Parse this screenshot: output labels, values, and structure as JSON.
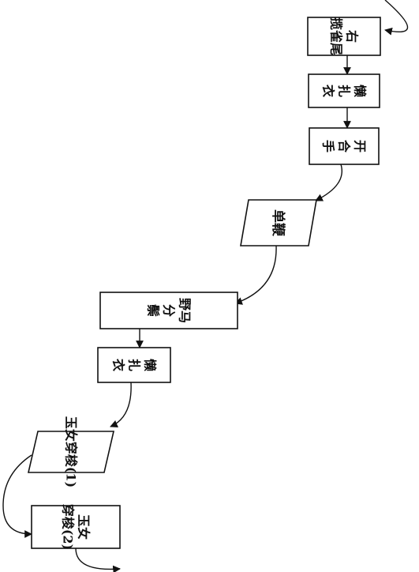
{
  "diagram": {
    "title": "",
    "steps": [
      {
        "id": "s1",
        "label": "右揽雀尾",
        "label_lines": [
          "右",
          "揽雀尾"
        ]
      },
      {
        "id": "s2",
        "label": "懒扎衣",
        "label_lines": [
          "懒",
          "扎",
          "衣"
        ]
      },
      {
        "id": "s3",
        "label": "开合手",
        "label_lines": [
          "开",
          "合",
          "手"
        ]
      },
      {
        "id": "s4",
        "label": "单鞭",
        "label_lines": [
          "单鞭"
        ]
      },
      {
        "id": "s5",
        "label": "野马分鬃",
        "label_lines": [
          "野马",
          "分",
          "鬃"
        ]
      },
      {
        "id": "s6",
        "label": "懒扎衣",
        "label_lines": [
          "懒",
          "扎",
          "衣"
        ]
      },
      {
        "id": "s7",
        "label": "玉女穿梭(1)",
        "label_lines": [
          "玉女穿梭(1)"
        ]
      },
      {
        "id": "s8",
        "label": "玉女穿梭(2)",
        "label_lines": [
          "玉女",
          "穿梭(2)"
        ]
      }
    ],
    "edges": [
      {
        "from": "start",
        "to": "s1"
      },
      {
        "from": "s1",
        "to": "s2"
      },
      {
        "from": "s2",
        "to": "s3"
      },
      {
        "from": "s3",
        "to": "s4"
      },
      {
        "from": "s4",
        "to": "s5"
      },
      {
        "from": "s5",
        "to": "s6"
      },
      {
        "from": "s6",
        "to": "s7"
      },
      {
        "from": "s7",
        "to": "s8"
      },
      {
        "from": "s8",
        "to": "end"
      }
    ],
    "colors": {
      "line": "#111111",
      "box_fill": "#ffffff"
    }
  }
}
